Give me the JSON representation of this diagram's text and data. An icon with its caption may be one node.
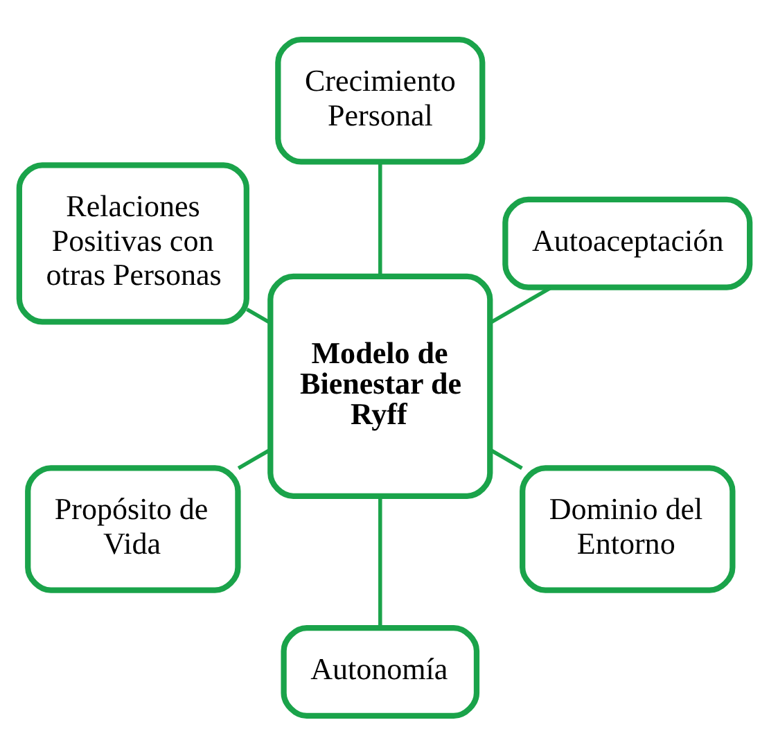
{
  "diagram": {
    "nodes": [
      {
        "text": [
          "Autoaceptación"
        ]
      },
      {
        "text": [
          "Crecimiento Personal"
        ]
      },
      {
        "text": [
          "Relaciones Positivas con otras Personas"
        ]
      },
      {
        "text": [
          "Modelo de Bienestar de Ryff"
        ]
      },
      {
        "text": [
          "Propósito de Vida"
        ]
      },
      {
        "text": [
          "Autonomía"
        ]
      },
      {
        "text": [
          "Dominio del Entorno"
        ]
      }
    ],
    "edges": [
      {
        "from": 3,
        "to": 0,
        "arrow": "none"
      },
      {
        "from": 3,
        "to": 1,
        "arrow": "none"
      },
      {
        "from": 3,
        "to": 2,
        "arrow": "none"
      },
      {
        "from": 3,
        "to": 4,
        "arrow": "none"
      },
      {
        "from": 3,
        "to": 5,
        "arrow": "none"
      },
      {
        "from": 3,
        "to": 6,
        "arrow": "none"
      }
    ]
  }
}
